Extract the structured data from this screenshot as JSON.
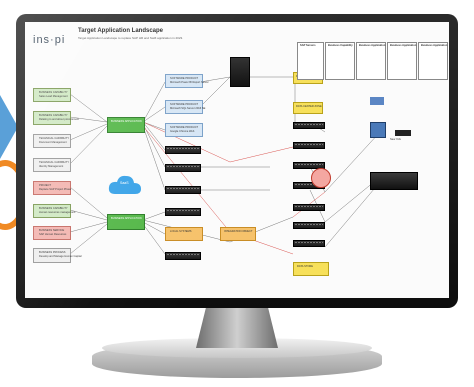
{
  "brand": "ins·pi",
  "title": "Target Application Landscape",
  "subtitle": "Target Application Landscape to replace SAP HR and Swift application in 2023.",
  "cloud_label": "SaaS",
  "colors": {
    "monitor_frame": "#1b1b1b",
    "capability": "#cfe8c2",
    "application": "#56b84a",
    "project": "#f3b5b0",
    "data_center": "#f7e05a",
    "integration": "#f6c26b",
    "product": "#d6e6f5",
    "left_arrow": "#5aa0d8",
    "left_ring": "#f08a24",
    "cloud": "#3aa3e8"
  },
  "left_column": [
    {
      "type": "BUSINESS CAPABILITY",
      "name": "Sales Lead Management"
    },
    {
      "type": "BUSINESS CAPABILITY",
      "name": "Relating to and about procurement"
    },
    {
      "type": "TECHNICAL CAPABILITY",
      "name": "Document Management"
    },
    {
      "type": "TECHNICAL CAPABILITY",
      "name": "Identity Management"
    },
    {
      "type": "PROJECT",
      "name": "Replace SAP Project Phase"
    },
    {
      "type": "BUSINESS CAPABILITY",
      "name": "Human resources management"
    },
    {
      "type": "BUSINESS SERVICE",
      "name": "SAP Human Resources"
    },
    {
      "type": "BUSINESS PROCESS",
      "name": "Develop and Manage Human Capital"
    }
  ],
  "legend_boxes": [
    {
      "title": "SAP Servers"
    },
    {
      "title": "Business Capability"
    },
    {
      "title": "Business Application"
    },
    {
      "title": "Business Application"
    },
    {
      "title": "Business Application"
    }
  ],
  "center_nodes": {
    "app_main": "BUSINESS APPLICATION",
    "app_lower": "BUSINESS APPLICATION",
    "local_sys": "LOCAL SYSTEMS",
    "integration": "INTEGRATION OBJECT",
    "data_store": "DATA STORE",
    "data_center_1": "DATA CENTER ZONE",
    "data_center_2": "DATA CENTER ZONE",
    "new_york": "New York"
  },
  "products": [
    {
      "type": "SOFTWARE PRODUCT",
      "name": "Microsoft Power BI Report Server"
    },
    {
      "type": "SOFTWARE PRODUCT",
      "name": "Microsoft SQL Server 2016 SE"
    },
    {
      "type": "SOFTWARE PRODUCT",
      "name": "Google Chrome Web"
    }
  ]
}
